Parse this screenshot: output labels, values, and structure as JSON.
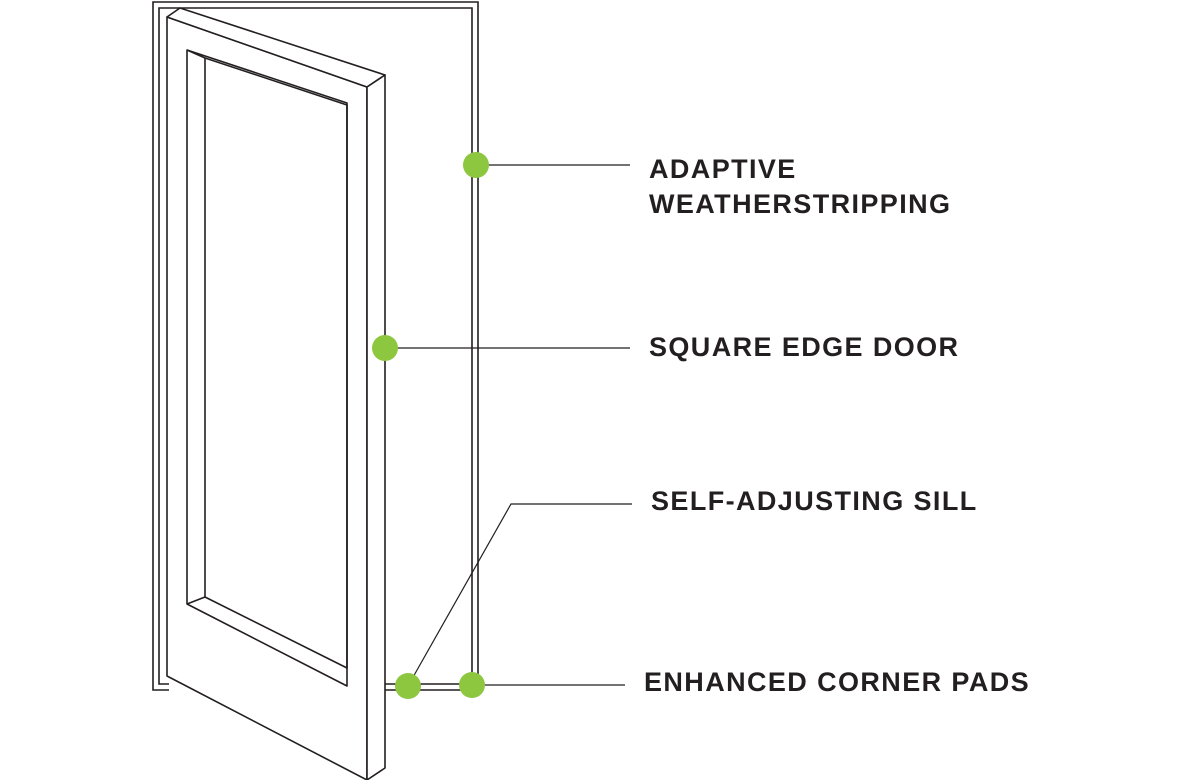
{
  "diagram": {
    "accent_color": "#8dc63f",
    "line_color": "#231f20",
    "callouts": [
      {
        "id": "weatherstripping",
        "lines": [
          "ADAPTIVE",
          "WEATHERSTRIPPING"
        ]
      },
      {
        "id": "square-edge-door",
        "lines": [
          "SQUARE EDGE DOOR"
        ]
      },
      {
        "id": "self-adjusting-sill",
        "lines": [
          "SELF-ADJUSTING SILL"
        ]
      },
      {
        "id": "corner-pads",
        "lines": [
          "ENHANCED CORNER PADS"
        ]
      }
    ]
  }
}
